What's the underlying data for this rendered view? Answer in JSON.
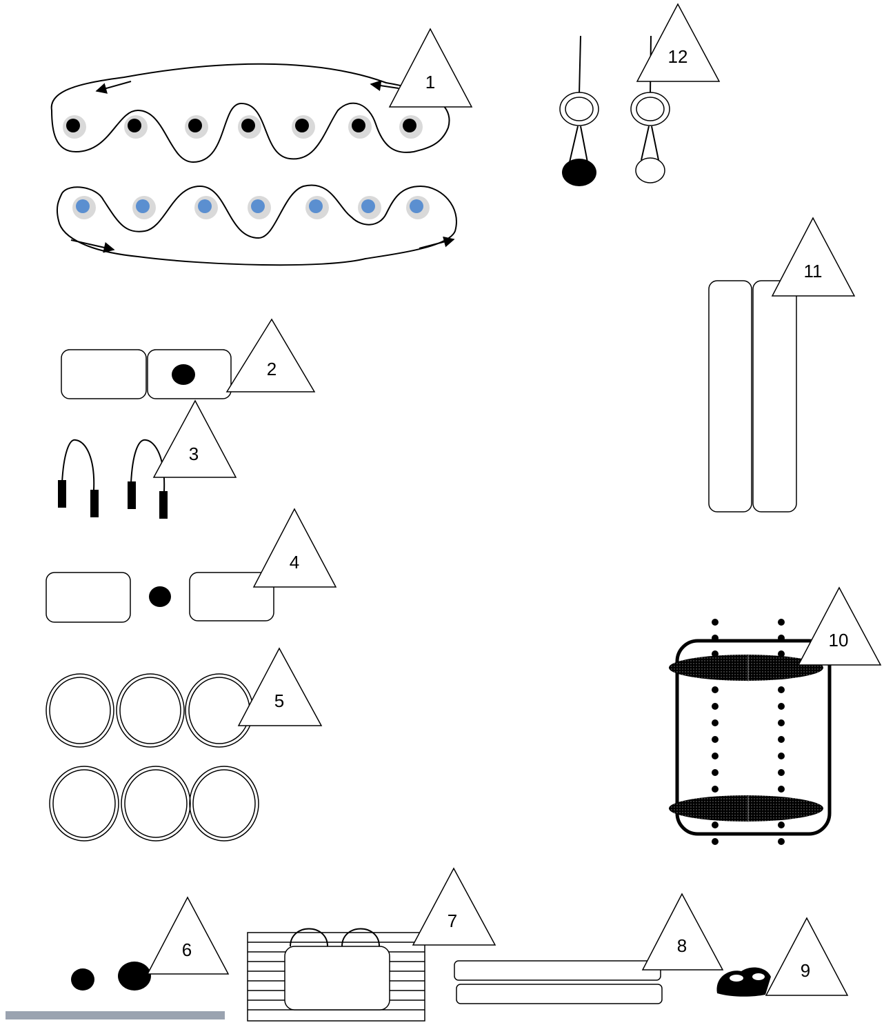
{
  "figure": {
    "labels": [
      "1",
      "2",
      "3",
      "4",
      "5",
      "6",
      "7",
      "8",
      "9",
      "10",
      "11",
      "12"
    ]
  },
  "colors": {
    "stroke": "#000000",
    "background": "#ffffff",
    "blue_dot": "#5b8fd0",
    "dot_ring": "#d9d9d9"
  }
}
